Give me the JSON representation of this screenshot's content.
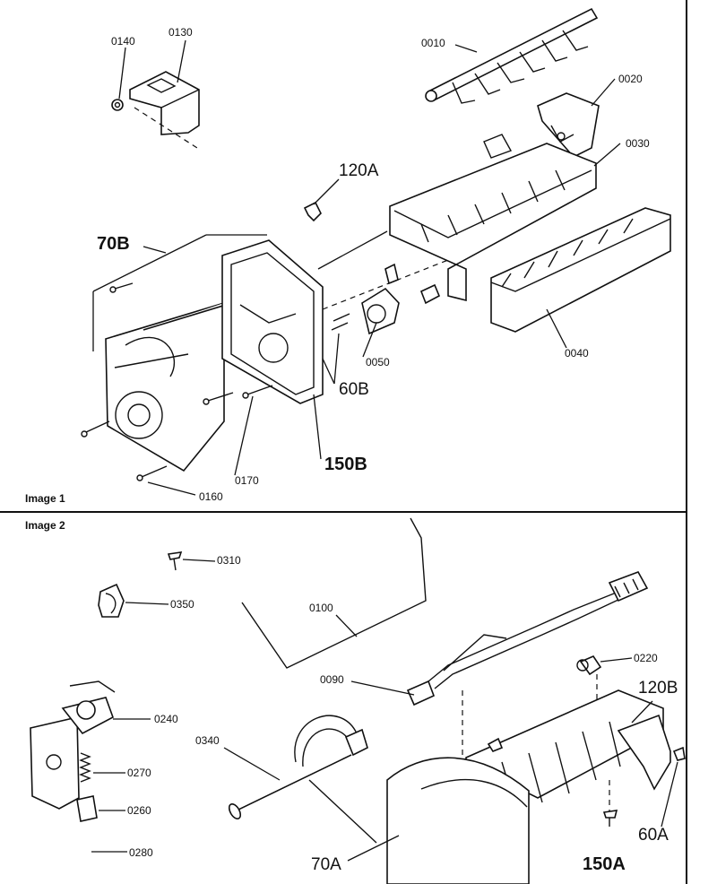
{
  "captions": {
    "image1": "Image 1",
    "image2": "Image 2"
  },
  "labels": {
    "p0010": "0010",
    "p0020": "0020",
    "p0030": "0030",
    "p0040": "0040",
    "p0050": "0050",
    "p0130": "0130",
    "p0140": "0140",
    "p0160": "0160",
    "p0170": "0170",
    "p120A": "120A",
    "p70B": "70B",
    "p60B": "60B",
    "p150B": "150B",
    "p0310": "0310",
    "p0350": "0350",
    "p0100": "0100",
    "p0090": "0090",
    "p0220": "0220",
    "p120B": "120B",
    "p0240": "0240",
    "p0340": "0340",
    "p0270": "0270",
    "p0260": "0260",
    "p0280": "0280",
    "p70A": "70A",
    "p60A": "60A",
    "p150A": "150A"
  }
}
